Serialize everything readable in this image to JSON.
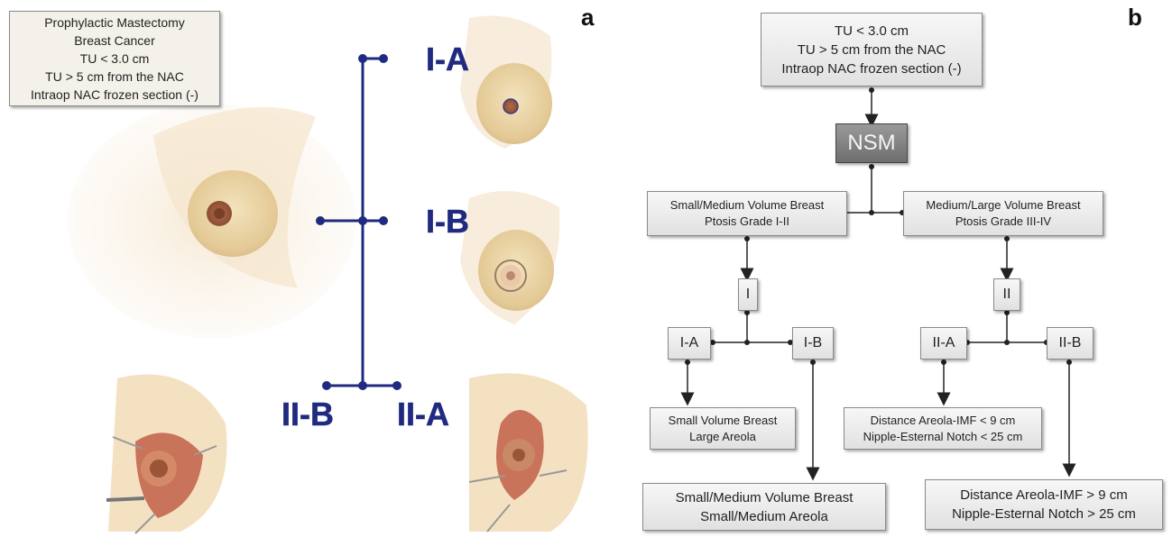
{
  "panel_a": {
    "letter": "a",
    "info_lines": [
      "Prophylactic Mastectomy",
      "Breast Cancer",
      "TU < 3.0 cm",
      "TU > 5 cm from the NAC",
      "Intraop NAC frozen section (-)"
    ],
    "labels": {
      "ia": "I-A",
      "ib": "I-B",
      "iib": "II-B",
      "iia": "II-A"
    },
    "colors": {
      "axis": "#1f2a80",
      "skin": "#e6cfa0",
      "areola": "#9a5a3c"
    }
  },
  "panel_b": {
    "letter": "b",
    "top_lines": [
      "TU < 3.0 cm",
      "TU > 5 cm from the NAC",
      "Intraop NAC frozen section (-)"
    ],
    "nsm": "NSM",
    "small_med_lines": [
      "Small/Medium Volume Breast",
      "Ptosis Grade I-II"
    ],
    "med_large_lines": [
      "Medium/Large Volume Breast",
      "Ptosis Grade III-IV"
    ],
    "type_i": "I",
    "type_ii": "II",
    "ia": "I-A",
    "ib": "I-B",
    "iia": "II-A",
    "iib": "II-B",
    "small_vol_lines": [
      "Small Volume Breast",
      "Large Areola"
    ],
    "small_med_vol_lines": [
      "Small/Medium Volume Breast",
      "Small/Medium Areola"
    ],
    "dist_lt_lines": [
      "Distance Areola-IMF < 9 cm",
      "Nipple-Esternal Notch < 25 cm"
    ],
    "dist_gt_lines": [
      "Distance Areola-IMF > 9 cm",
      "Nipple-Esternal Notch > 25 cm"
    ]
  }
}
